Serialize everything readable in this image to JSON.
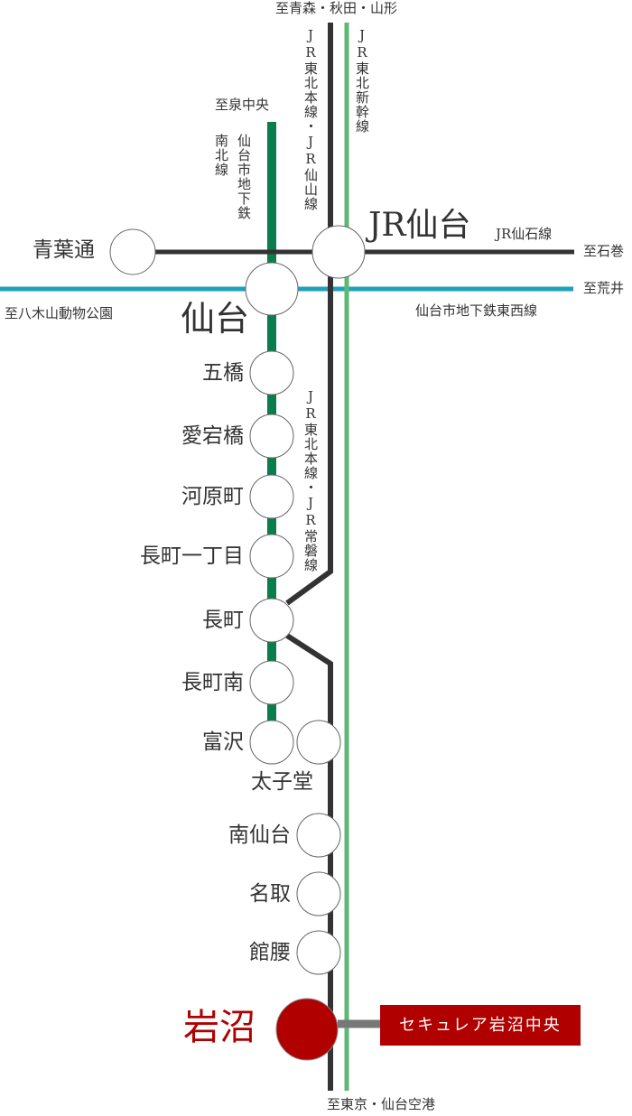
{
  "colors": {
    "jr_line": "#333333",
    "shinkansen": "#5cb874",
    "namboku": "#0a7d4e",
    "tozai": "#20a0bb",
    "highlight": "#b00000",
    "connector": "#777777"
  },
  "directions": {
    "north_jr": "至青森・秋田・山形",
    "namboku_north": "至泉中央",
    "ishinomaki": "至石巻",
    "arai": "至荒井",
    "yagiyama": "至八木山動物公園",
    "south": "至東京・仙台空港"
  },
  "lines": {
    "jr_tohoku_senzan": "JR東北本線・JR仙山線",
    "shinkansen": "JR東北新幹線",
    "namboku_a": "仙台市地下鉄",
    "namboku_b": "南北線",
    "senseki": "JR仙石線",
    "tozai": "仙台市地下鉄東西線",
    "jr_tohoku_joban": "JR東北本線・JR常磐線"
  },
  "stations": {
    "aobadori": "青葉通",
    "jr_sendai": "JR仙台",
    "sendai": "仙台",
    "itsutsubashi": "五橋",
    "atagobashi": "愛宕橋",
    "kawaramachi": "河原町",
    "nagamachi_itchome": "長町一丁目",
    "nagamachi": "長町",
    "nagamachi_minami": "長町南",
    "tomizawa": "富沢",
    "taishido": "太子堂",
    "minami_sendai": "南仙台",
    "natori": "名取",
    "tatekoshi": "館腰",
    "iwanuma": "岩沼"
  },
  "property": "セキュレア岩沼中央"
}
